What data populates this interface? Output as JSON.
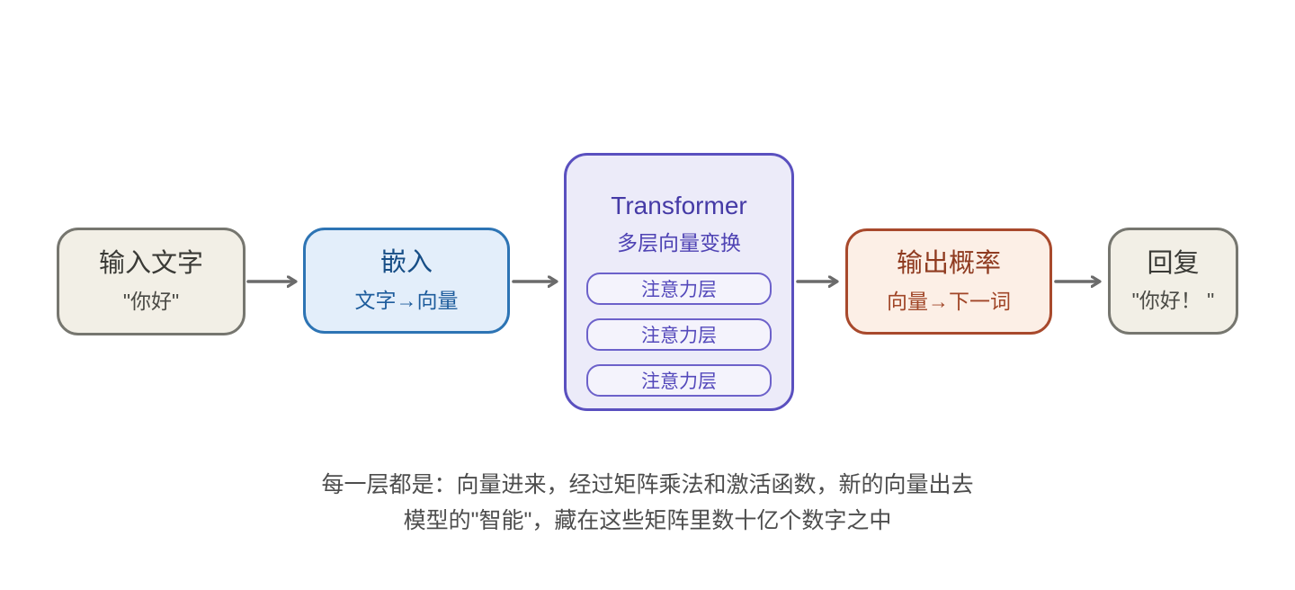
{
  "diagram": {
    "nodes": {
      "input": {
        "title": "输入文字",
        "subtitle": "\"你好\""
      },
      "embedding": {
        "title": "嵌入",
        "subtitle": "文字→向量"
      },
      "transformer": {
        "title": "Transformer",
        "subtitle": "多层向量变换",
        "layers": [
          "注意力层",
          "注意力层",
          "注意力层"
        ]
      },
      "output": {
        "title": "输出概率",
        "subtitle": "向量→下一词"
      },
      "reply": {
        "title": "回复",
        "subtitle": "\"你好！ \""
      }
    },
    "caption": {
      "line1": "每一层都是：向量进来，经过矩阵乘法和激活函数，新的向量出去",
      "line2": "模型的\"智能\"，藏在这些矩阵里数十亿个数字之中"
    },
    "colors": {
      "background": "#ffffff",
      "beige_fill": "#f2efe6",
      "beige_border": "#76766f",
      "blue_fill": "#e3eefa",
      "blue_border": "#2d74b4",
      "blue_text": "#174e86",
      "purple_fill": "#ecebf9",
      "purple_border": "#5a50bf",
      "purple_text": "#453aa6",
      "layer_fill": "#f4f3fc",
      "layer_border": "#6c61ca",
      "orange_fill": "#fcefe6",
      "orange_border": "#a8492c",
      "orange_text": "#8f3b20",
      "arrow": "#6b6b6b",
      "caption_text": "#4d4d4d"
    }
  }
}
